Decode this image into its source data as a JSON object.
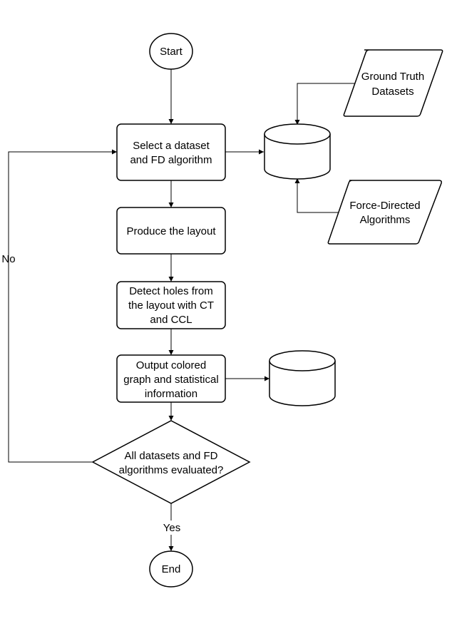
{
  "nodes": {
    "start": {
      "label": "Start"
    },
    "select": {
      "lines": [
        "Select a dataset",
        "and FD algorithm"
      ]
    },
    "produce": {
      "label": "Produce the layout"
    },
    "detect": {
      "lines": [
        "Detect holes from",
        "the layout with CT",
        "and CCL"
      ]
    },
    "output": {
      "lines": [
        "Output colored",
        "graph and statistical",
        "information"
      ]
    },
    "decision": {
      "lines": [
        "All datasets and FD",
        "algorithms evaluated?"
      ]
    },
    "end": {
      "label": "End"
    },
    "ground_truth": {
      "lines": [
        "Ground Truth",
        "Datasets"
      ]
    },
    "force_directed": {
      "lines": [
        "Force-Directed",
        "Algorithms"
      ]
    }
  },
  "edge_labels": {
    "no": "No",
    "yes": "Yes"
  }
}
